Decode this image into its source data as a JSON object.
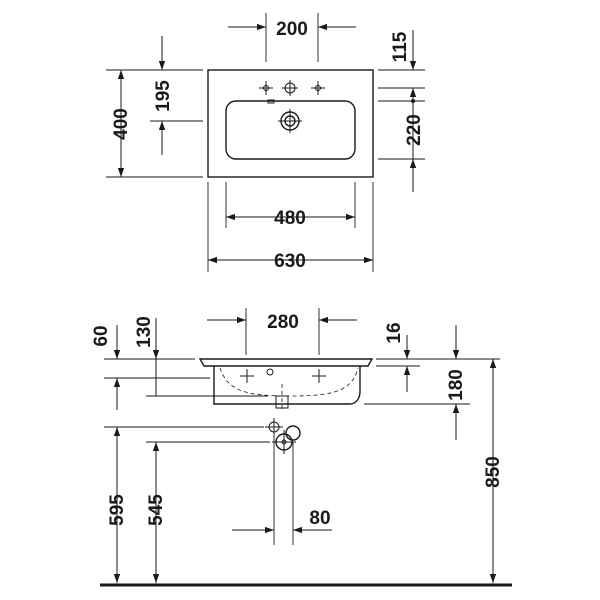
{
  "plan_view": {
    "dim_tap_spacing": "200",
    "dim_rear_to_tap": "115",
    "dim_front_to_tap": "195",
    "dim_depth": "400",
    "dim_bowl_depth": "220",
    "dim_bowl_width": "480",
    "dim_overall_width": "630"
  },
  "front_view": {
    "dim_bowl_top_width": "280",
    "dim_rim_top": "60",
    "dim_rim_to_waste": "130",
    "dim_rim_thickness": "16",
    "dim_bowl_height": "180",
    "dim_total_height": "850",
    "dim_supply_height": "595",
    "dim_waste_height": "545",
    "dim_supply_spacing": "80"
  }
}
